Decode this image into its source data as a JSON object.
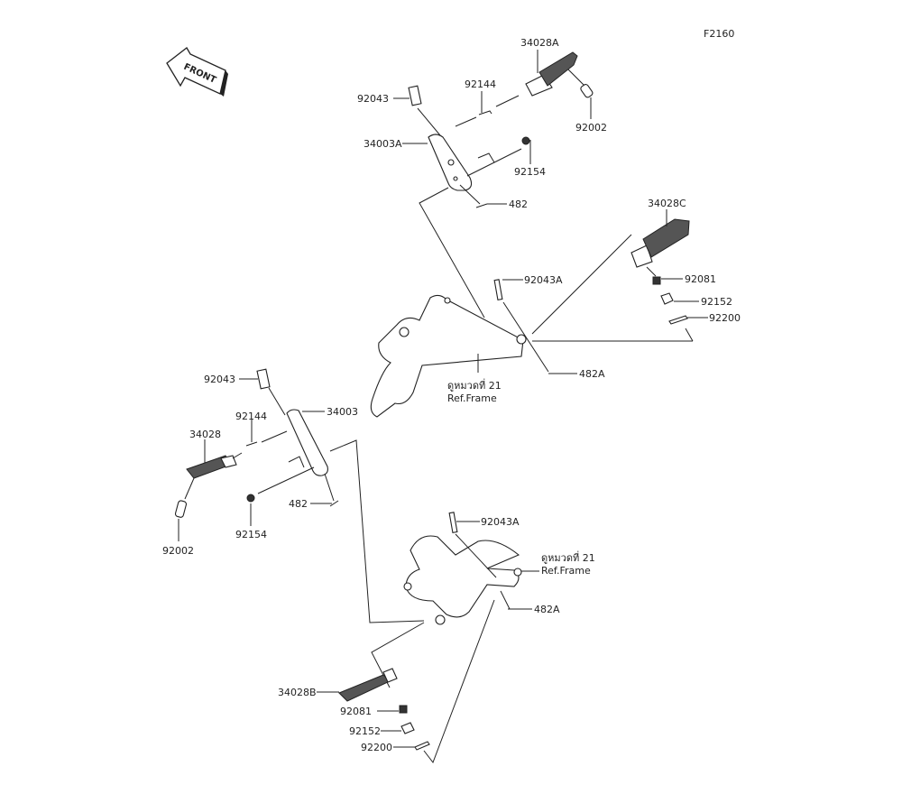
{
  "diagram": {
    "figure_id": "F2160",
    "front_label": "FRONT",
    "upper_assembly": {
      "labels": {
        "p34028A": "34028A",
        "p92144": "92144",
        "p92043": "92043",
        "p92002": "92002",
        "p34003A": "34003A",
        "p92154": "92154",
        "p482": "482"
      }
    },
    "right_rear": {
      "labels": {
        "p34028C": "34028C",
        "p92043A": "92043A",
        "p92081": "92081",
        "p92152": "92152",
        "p92200": "92200",
        "p482A": "482A",
        "ref_thai": "ดูหมวดที่ 21",
        "ref_frame": "Ref.Frame"
      }
    },
    "lower_assembly": {
      "labels": {
        "p92043": "92043",
        "p34003": "34003",
        "p92144": "92144",
        "p34028": "34028",
        "p482": "482",
        "p92154": "92154",
        "p92002": "92002"
      }
    },
    "lower_right": {
      "labels": {
        "p92043A": "92043A",
        "ref_thai": "ดูหมวดที่ 21",
        "ref_frame": "Ref.Frame",
        "p482A": "482A",
        "p34028B": "34028B",
        "p92081": "92081",
        "p92152": "92152",
        "p92200": "92200"
      }
    }
  }
}
